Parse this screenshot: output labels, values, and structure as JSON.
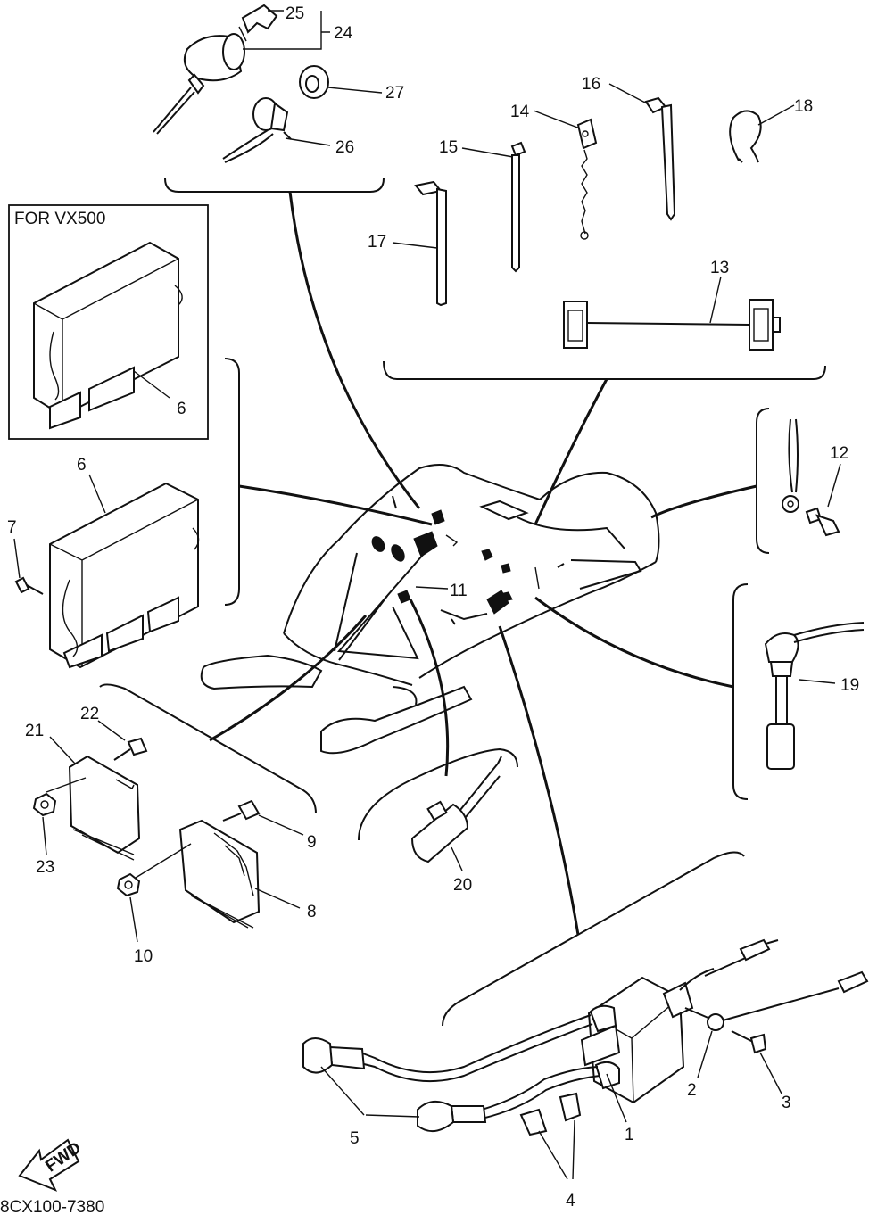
{
  "diagram": {
    "inset_title": "FOR VX500",
    "catalog_code": "8CX100-7380",
    "fwd_label": "FWD",
    "callouts": [
      {
        "id": "c1",
        "label": "1"
      },
      {
        "id": "c2",
        "label": "2"
      },
      {
        "id": "c3",
        "label": "3"
      },
      {
        "id": "c4",
        "label": "4"
      },
      {
        "id": "c5",
        "label": "5"
      },
      {
        "id": "c6a",
        "label": "6"
      },
      {
        "id": "c6b",
        "label": "6"
      },
      {
        "id": "c7",
        "label": "7"
      },
      {
        "id": "c8",
        "label": "8"
      },
      {
        "id": "c9",
        "label": "9"
      },
      {
        "id": "c10",
        "label": "10"
      },
      {
        "id": "c11",
        "label": "11"
      },
      {
        "id": "c12",
        "label": "12"
      },
      {
        "id": "c13",
        "label": "13"
      },
      {
        "id": "c14",
        "label": "14"
      },
      {
        "id": "c15",
        "label": "15"
      },
      {
        "id": "c16",
        "label": "16"
      },
      {
        "id": "c17",
        "label": "17"
      },
      {
        "id": "c18",
        "label": "18"
      },
      {
        "id": "c19",
        "label": "19"
      },
      {
        "id": "c20",
        "label": "20"
      },
      {
        "id": "c21",
        "label": "21"
      },
      {
        "id": "c22",
        "label": "22"
      },
      {
        "id": "c23",
        "label": "23"
      },
      {
        "id": "c24",
        "label": "24"
      },
      {
        "id": "c25",
        "label": "25"
      },
      {
        "id": "c26",
        "label": "26"
      },
      {
        "id": "c27",
        "label": "27"
      }
    ]
  }
}
